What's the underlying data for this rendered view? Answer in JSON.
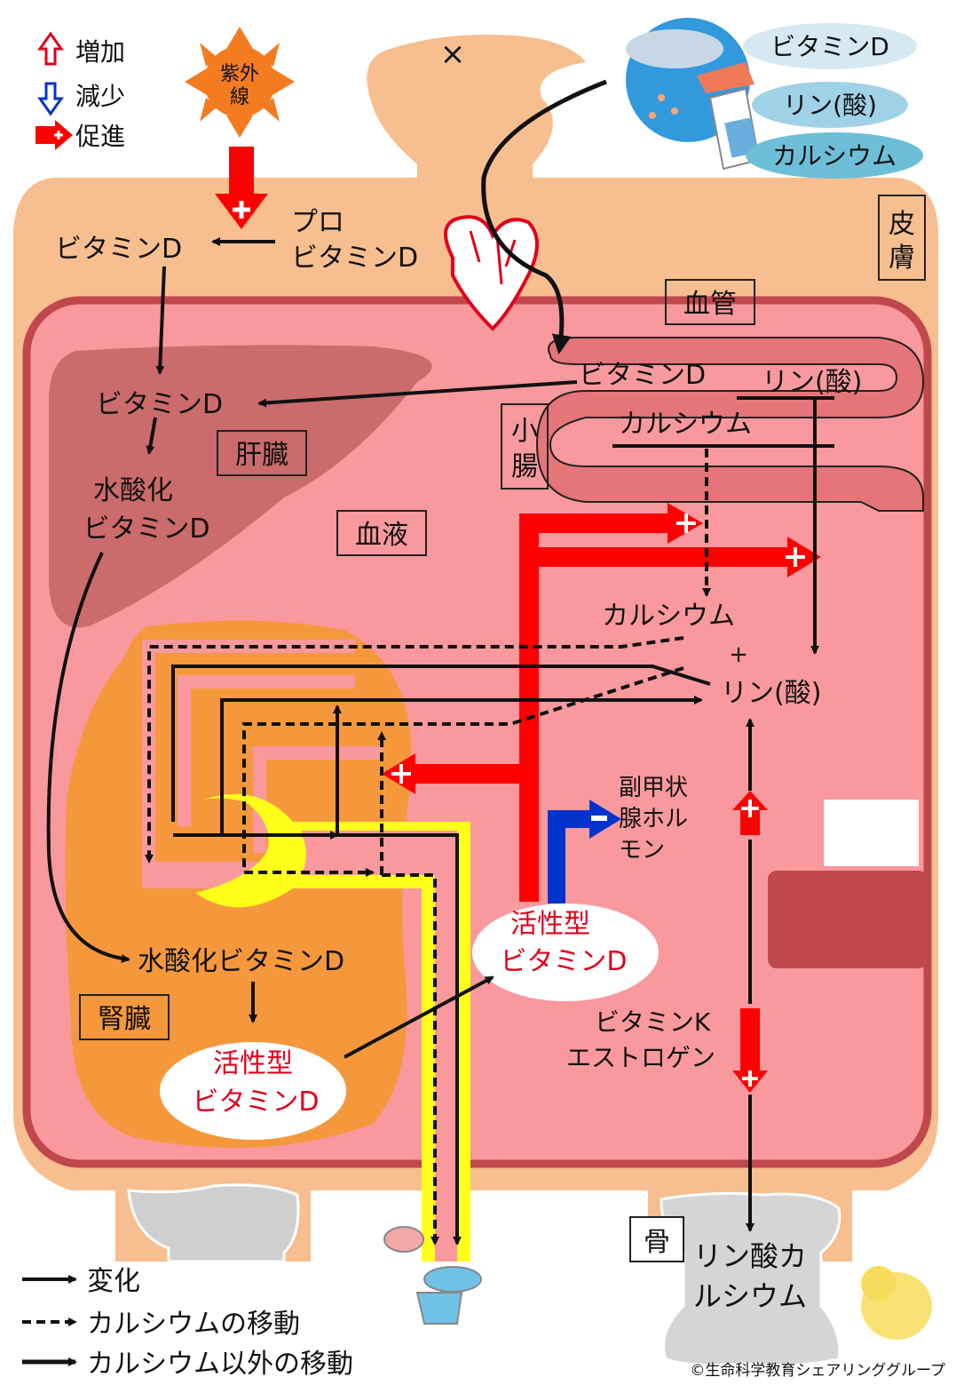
{
  "legend_top": {
    "increase": "増加",
    "decrease": "減少",
    "promote": "促進"
  },
  "legend_bottom": {
    "change": "変化",
    "calcium_move": "カルシウムの移動",
    "other_move": "カルシウム以外の移動"
  },
  "sun": {
    "line1": "紫外",
    "line2": "線"
  },
  "mouth": {
    "mark": "×"
  },
  "food": {
    "vitamin_d": "ビタミンD",
    "phosphorus": "リン(酸)",
    "calcium": "カルシウム"
  },
  "skin": {
    "label_line1": "皮",
    "label_line2": "膚",
    "vitamin_d": "ビタミンD",
    "pro_line1": "プロ",
    "pro_line2": "ビタミンD"
  },
  "vessel": {
    "label": "血管"
  },
  "blood": {
    "label": "血液"
  },
  "liver": {
    "label": "肝臓",
    "vitamin_d": "ビタミンD",
    "hydroxy_line1": "水酸化",
    "hydroxy_line2": "ビタミンD"
  },
  "intestine": {
    "label_line1": "小",
    "label_line2": "腸",
    "vitamin_d": "ビタミンD",
    "phosphorus": "リン(酸)",
    "calcium": "カルシウム"
  },
  "blood_ions": {
    "calcium": "カルシウム",
    "plus": "+",
    "phosphorus": "リン(酸)"
  },
  "pth": {
    "line1": "副甲状",
    "line2": "腺ホル",
    "line3": "モン"
  },
  "active_vd_blood": {
    "line1": "活性型",
    "line2": "ビタミンD"
  },
  "kidney": {
    "label": "腎臓",
    "hydroxy": "水酸化ビタミンD",
    "active_line1": "活性型",
    "active_line2": "ビタミンD"
  },
  "bone": {
    "label": "骨",
    "content_line1": "リン酸カ",
    "content_line2": "ルシウム",
    "factor_line1": "ビタミンK",
    "factor_line2": "エストロゲン"
  },
  "copyright": "©生命科学教育シェアリンググループ",
  "colors": {
    "skin": "#f7be8f",
    "blood": "#f9999d",
    "vessel_border": "#c0474c",
    "liver": "#cc6b6b",
    "kidney": "#f5983c",
    "urine": "#ffff1a",
    "promote_red": "#ff0000",
    "inhibit_blue": "#0033cc"
  }
}
